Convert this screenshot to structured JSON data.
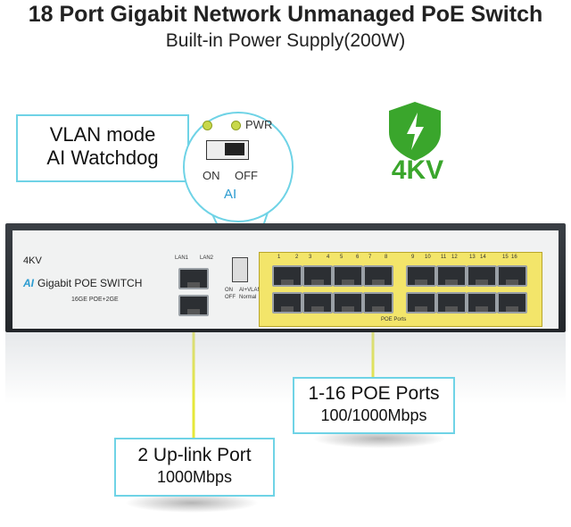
{
  "header": {
    "title": "18 Port Gigabit Network Unmanaged PoE Switch",
    "subtitle": "Built-in Power Supply(200W)"
  },
  "callouts": {
    "vlan": {
      "line1": "VLAN mode",
      "line2": "AI Watchdog"
    },
    "zoom": {
      "pwr": "PWR",
      "on": "ON",
      "off": "OFF",
      "ai": "AI"
    },
    "surge": {
      "label": "4KV"
    },
    "poe_ports": {
      "title": "1-16 POE Ports",
      "speed": "100/1000Mbps"
    },
    "uplink": {
      "title": "2 Up-link Port",
      "speed": "1000Mbps"
    }
  },
  "switch": {
    "badge": "4KV",
    "ai": "AI",
    "model": "Gigabit POE SWITCH",
    "spec": "16GE POE+2GE",
    "lan_labels": [
      "LAN1",
      "LAN2"
    ],
    "dip_labels": [
      "ON",
      "AI+VLAN",
      "OFF",
      "Normal"
    ],
    "poe_label": "POE Ports",
    "port_numbers": [
      "1",
      "2",
      "3",
      "4",
      "5",
      "6",
      "7",
      "8",
      "9",
      "10",
      "11",
      "12",
      "13",
      "14",
      "15",
      "16"
    ]
  },
  "colors": {
    "accent": "#6fd3e6",
    "connector": "#e6e83a",
    "surge_green": "#3aa62c",
    "poe_panel": "#f3e56a"
  },
  "icons": [
    "lightning-shield-icon",
    "surge-protection-icon"
  ]
}
